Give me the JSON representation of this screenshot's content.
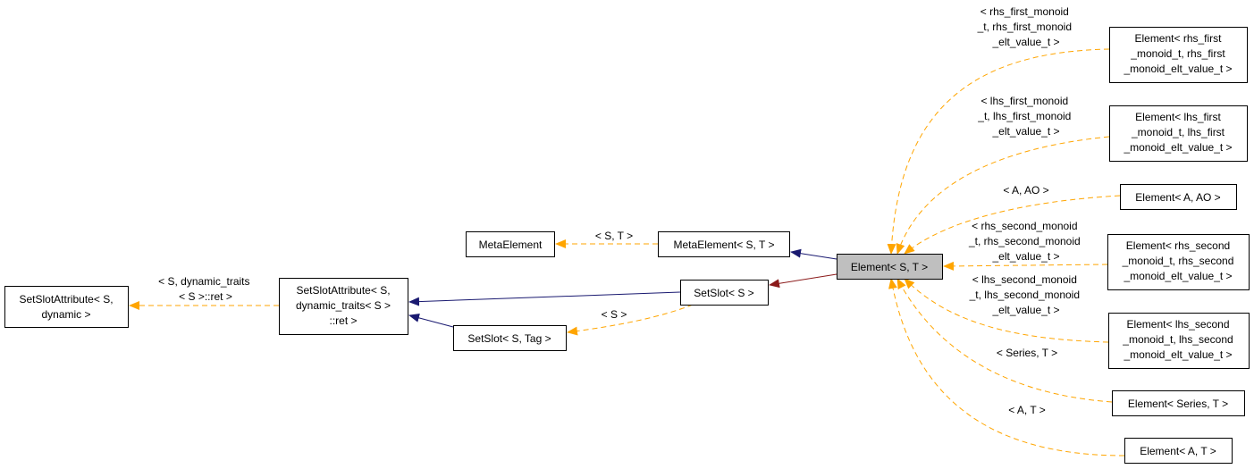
{
  "colors": {
    "template_edge": "#ffa500",
    "inheritance_edge": "#191970",
    "usage_edge": "#8b1a1a",
    "current_node_fill": "#bfbfbf"
  },
  "nodes": {
    "setslotattr_dynamic": [
      "SetSlotAttribute< S,",
      "dynamic >"
    ],
    "setslotattr_traits": [
      "SetSlotAttribute< S,",
      "dynamic_traits< S >",
      "::ret >"
    ],
    "metaelement": "MetaElement",
    "metaelement_st": "MetaElement< S, T >",
    "setslot_s": "SetSlot< S >",
    "setslot_tag": "SetSlot< S, Tag >",
    "element_st": "Element< S, T >",
    "element_rhs_first": [
      "Element< rhs_first",
      "_monoid_t, rhs_first",
      "_monoid_elt_value_t >"
    ],
    "element_lhs_first": [
      "Element< lhs_first",
      "_monoid_t, lhs_first",
      "_monoid_elt_value_t >"
    ],
    "element_a_ao": "Element< A, AO >",
    "element_rhs_second": [
      "Element< rhs_second",
      "_monoid_t, rhs_second",
      "_monoid_elt_value_t >"
    ],
    "element_lhs_second": [
      "Element< lhs_second",
      "_monoid_t, lhs_second",
      "_monoid_elt_value_t >"
    ],
    "element_series_t": "Element< Series, T >",
    "element_a_t": "Element< A, T >"
  },
  "edge_labels": {
    "metaelement": "< S, T >",
    "setslotattr": [
      "< S, dynamic_traits",
      "< S >::ret >"
    ],
    "setslot_tag": "< S >",
    "rhs_first": [
      "< rhs_first_monoid",
      "_t, rhs_first_monoid",
      "_elt_value_t >"
    ],
    "lhs_first": [
      "< lhs_first_monoid",
      "_t, lhs_first_monoid",
      "_elt_value_t >"
    ],
    "a_ao": "< A, AO >",
    "rhs_second": [
      "< rhs_second_monoid",
      "_t, rhs_second_monoid",
      "_elt_value_t >"
    ],
    "lhs_second": [
      "< lhs_second_monoid",
      "_t, lhs_second_monoid",
      "_elt_value_t >"
    ],
    "series_t": "< Series, T >",
    "a_t": "< A, T >"
  }
}
